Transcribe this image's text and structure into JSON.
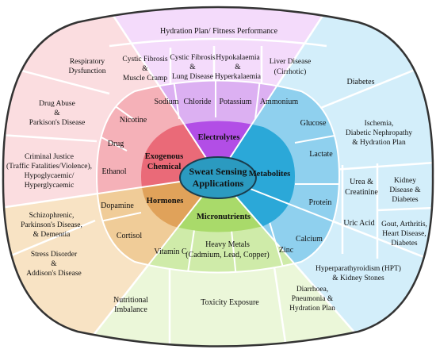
{
  "center": {
    "lines": [
      "Sweat Sensing",
      "Applications"
    ]
  },
  "categories": {
    "electrolytes": "Electrolytes",
    "metabolites": "Metabolites",
    "micronutrients": "Micronutrients",
    "hormones": "Hormones",
    "exogenous": [
      "Exogenous",
      "Chemical"
    ]
  },
  "analytes": {
    "sodium": "Sodium",
    "chloride": "Chloride",
    "potassium": "Potassium",
    "ammonium": "Ammonium",
    "glucose": "Glucose",
    "lactate": "Lactate",
    "protein": "Protein",
    "urea": [
      "Urea &",
      "Creatinine"
    ],
    "uric_acid": "Uric Acid",
    "calcium": "Calcium",
    "zinc": "Zinc",
    "heavy_metals": [
      "Heavy Metals",
      "(Cadmium, Lead, Copper)"
    ],
    "vitamin_c": "Vitamin C",
    "dopamine": "Dopamine",
    "cortisol": "Cortisol",
    "ethanol": "Ethanol",
    "drug": "Drug",
    "nicotine": "Nicotine"
  },
  "applications": {
    "hydration_fitness": "Hydration Plan/ Fitness Performance",
    "cystic_muscle": [
      "Cystic Fibrosis",
      "&",
      "Muscle Cramp"
    ],
    "cystic_lung": [
      "Cystic Fibrosis",
      "&",
      "Lung Disease"
    ],
    "hypokalaemia": [
      "Hypokalaemia",
      "&",
      "Hyperkalaemia"
    ],
    "liver": [
      "Liver Disease",
      "(Cirrhotic)"
    ],
    "diabetes": "Diabetes",
    "ischemia": [
      "Ischemia,",
      "Diabetic Nephropathy",
      "& Hydration Plan"
    ],
    "kidney": [
      "Kidney",
      "Disease &",
      "Diabetes"
    ],
    "gout": [
      "Gout, Arthritis,",
      "Heart Disease,",
      "Diabetes"
    ],
    "hpt": [
      "Hyperparathyroidism (HPT)",
      "& Kidney Stones"
    ],
    "diarrhoea": [
      "Diarrhoea,",
      "Pneumonia &",
      "Hydration Plan"
    ],
    "toxicity": "Toxicity Exposure",
    "nutritional": [
      "Nutritional",
      "Imbalance"
    ],
    "stress": [
      "Stress Disorder",
      "&",
      "Addison's Disease"
    ],
    "schizophrenic": [
      "Schizophrenic,",
      "Parkinson's Disease,",
      "& Dementia"
    ],
    "criminal": [
      "Criminal Justice",
      "(Traffic Fatalities/Violence),",
      "Hypoglycaemic/",
      "Hyperglycaemic"
    ],
    "drug_abuse": [
      "Drug Abuse",
      "&",
      "Parkison's Disease"
    ],
    "respiratory": [
      "Respiratory",
      "Dysfunction"
    ]
  },
  "colors": {
    "electrolytes": "#b24ee6",
    "electrolytes_ring": "#dcb0f2",
    "electrolytes_outer": "#f4dbfb",
    "metabolites": "#2ba8d8",
    "metabolites_ring": "#8fd0ee",
    "metabolites_outer": "#d3eefa",
    "micronutrients": "#a9da6a",
    "micronutrients_ring": "#cfeba9",
    "micronutrients_outer": "#ebf7d9",
    "hormones": "#e0a25a",
    "hormones_ring": "#f0cc98",
    "hormones_outer": "#f8e3c4",
    "exogenous": "#ea6a78",
    "exogenous_ring": "#f5b1b8",
    "exogenous_outer": "#fbdde0",
    "center": "#2b9ac0",
    "line": "#ffffff",
    "border": "#333333"
  }
}
